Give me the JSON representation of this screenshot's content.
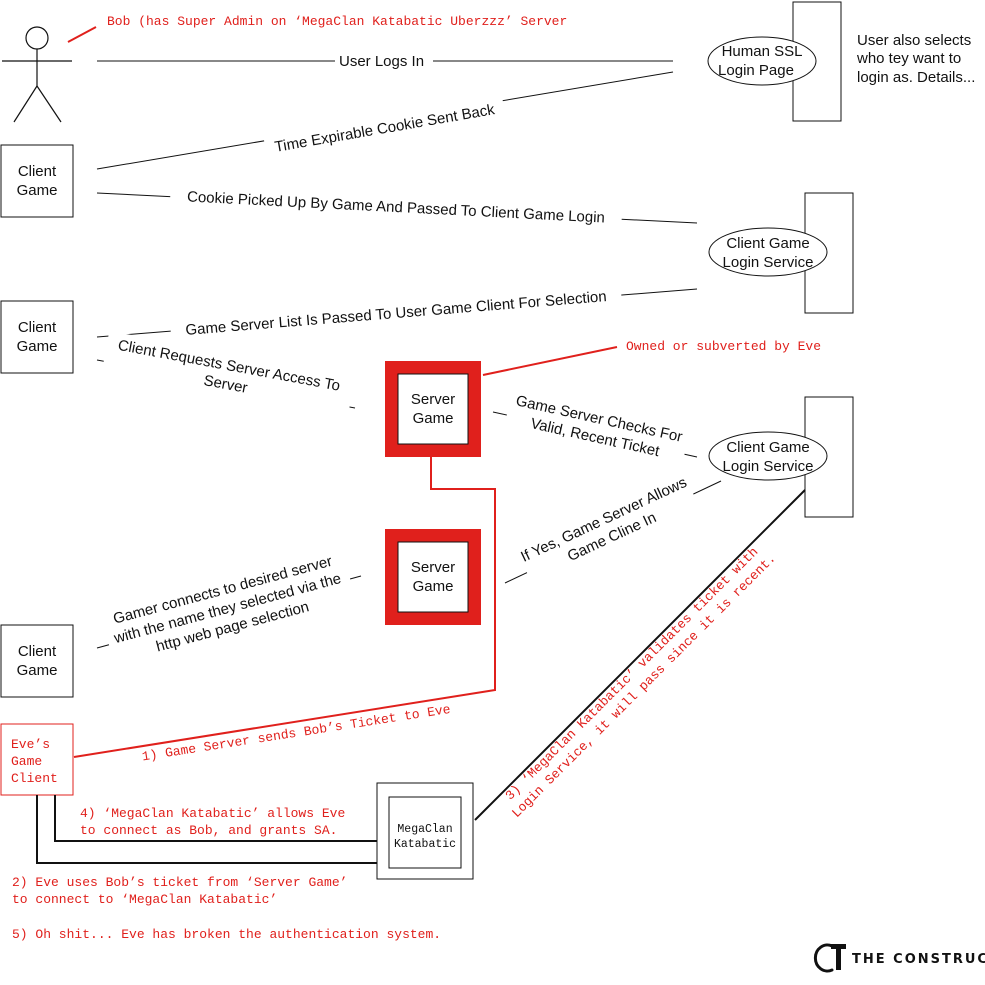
{
  "colors": {
    "accent": "#e0201c",
    "ink": "#111111"
  },
  "annotations": {
    "bob": "Bob (has Super Admin on ‘MegaClan Katabatic Uberzzz’ Server",
    "owned": "Owned or subverted by Eve",
    "step1": "1) Game Server sends Bob’s Ticket to Eve",
    "step2_line1": "2) Eve uses Bob’s ticket from ‘Server Game’",
    "step2_line2": "to connect to ‘MegaClan Katabatic’",
    "step3_line1": "3) ‘MegaClan Katabatic’ validates ticket with",
    "step3_line2": "Login Service, it will pass since it is recent.",
    "step4_line1": "4) ‘MegaClan Katabatic’ allows Eve",
    "step4_line2": "to connect as Bob, and grants SA.",
    "step5": "5) Oh shit... Eve has broken the authentication system."
  },
  "nodes": {
    "ssl_page_line1": "Human SSL",
    "ssl_page_line2": "Login Page",
    "ssl_note_line1": "User also selects",
    "ssl_note_line2": "who tey want to",
    "ssl_note_line3": "login as. Details...",
    "client_game_line1": "Client",
    "client_game_line2": "Game",
    "login_service_line1": "Client Game",
    "login_service_line2": "Login Service",
    "server_game_line1": "Server",
    "server_game_line2": "Game",
    "eve_client_line1": "Eve’s",
    "eve_client_line2": "Game",
    "eve_client_line3": "Client",
    "megaclan_line1": "MegaClan",
    "megaclan_line2": "Katabatic"
  },
  "messages": {
    "user_logs_in": "User Logs In",
    "cookie_sent_back": "Time Expirable Cookie Sent Back",
    "cookie_picked_up": "Cookie Picked Up By Game And Passed To Client Game Login",
    "server_list": "Game Server List Is Passed To User Game Client For Selection",
    "request_access_line1": "Client Requests Server Access To",
    "request_access_line2": "Server",
    "checks_ticket_line1": "Game Server Checks For",
    "checks_ticket_line2": "Valid, Recent Ticket",
    "allows_in_line1": "If Yes, Game Server Allows",
    "allows_in_line2": "Game Cline In",
    "gamer_connects_line1": "Gamer connects to desired server",
    "gamer_connects_line2": "with the name they selected via the",
    "gamer_connects_line3": "http web page selection"
  },
  "branding": {
    "logo_text": "THE CONSTRUCT",
    "logo_icon": "hammer-icon"
  }
}
